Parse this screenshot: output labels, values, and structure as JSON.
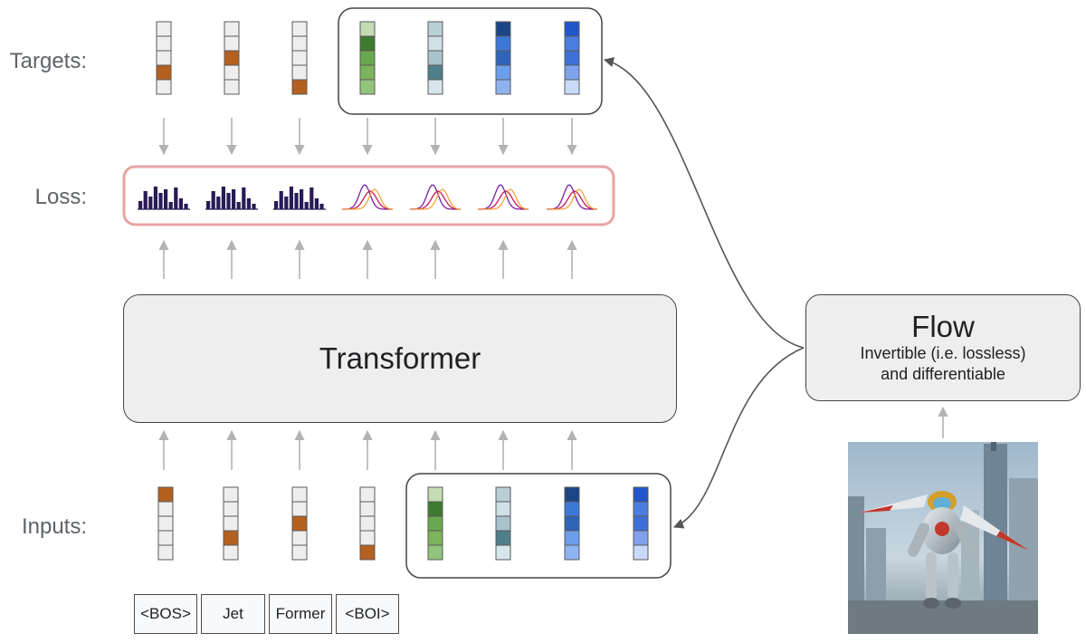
{
  "labels": {
    "targets": "Targets:",
    "loss": "Loss:",
    "inputs": "Inputs:"
  },
  "transformer": {
    "label": "Transformer"
  },
  "flow": {
    "title": "Flow",
    "subtitle_line1": "Invertible (i.e. lossless)",
    "subtitle_line2": "and differentiable"
  },
  "tokens": [
    "<BOS>",
    "Jet",
    "Former",
    "<BOI>"
  ],
  "targets": {
    "text_onehot_rows": [
      3,
      2,
      4
    ],
    "image_patches": [
      [
        "#c4dcb4",
        "#3e7a2f",
        "#6aa84f",
        "#7cb35c",
        "#93c47d"
      ],
      [
        "#b8cfd6",
        "#cfe0e6",
        "#a9c3cc",
        "#4e7f8a",
        "#d7e6ea"
      ],
      [
        "#1c4587",
        "#3d78d8",
        "#2f65b8",
        "#6d9eeb",
        "#8fb3ee"
      ],
      [
        "#2155cc",
        "#4a7ee0",
        "#3c70d8",
        "#7ea3ec",
        "#c9d9f8"
      ]
    ]
  },
  "inputs": {
    "text_onehot_rows": [
      0,
      3,
      2,
      4
    ],
    "image_patches": [
      [
        "#c4dcb4",
        "#3e7a2f",
        "#6aa84f",
        "#7cb35c",
        "#93c47d"
      ],
      [
        "#b8cfd6",
        "#cfe0e6",
        "#a9c3cc",
        "#4e7f8a",
        "#d7e6ea"
      ],
      [
        "#1c4587",
        "#3d78d8",
        "#2f65b8",
        "#6d9eeb",
        "#8fb3ee"
      ],
      [
        "#2155cc",
        "#4a7ee0",
        "#3c70d8",
        "#7ea3ec",
        "#c9d9f8"
      ]
    ]
  },
  "colors": {
    "onehot": "#b4601f",
    "empty_cell": "#eeeeee",
    "loss_border": "#e6a5a1",
    "histogram": "#2a1a55",
    "gaussian": [
      "#7b1fa2",
      "#c2185b",
      "#f4a53a"
    ],
    "arrow": "#b3b3b3",
    "flow_arrow": "#555555"
  },
  "icons": {
    "loss_discrete": "histogram-icon",
    "loss_continuous": "gaussian-curves-icon",
    "image": "robot-city-image"
  }
}
